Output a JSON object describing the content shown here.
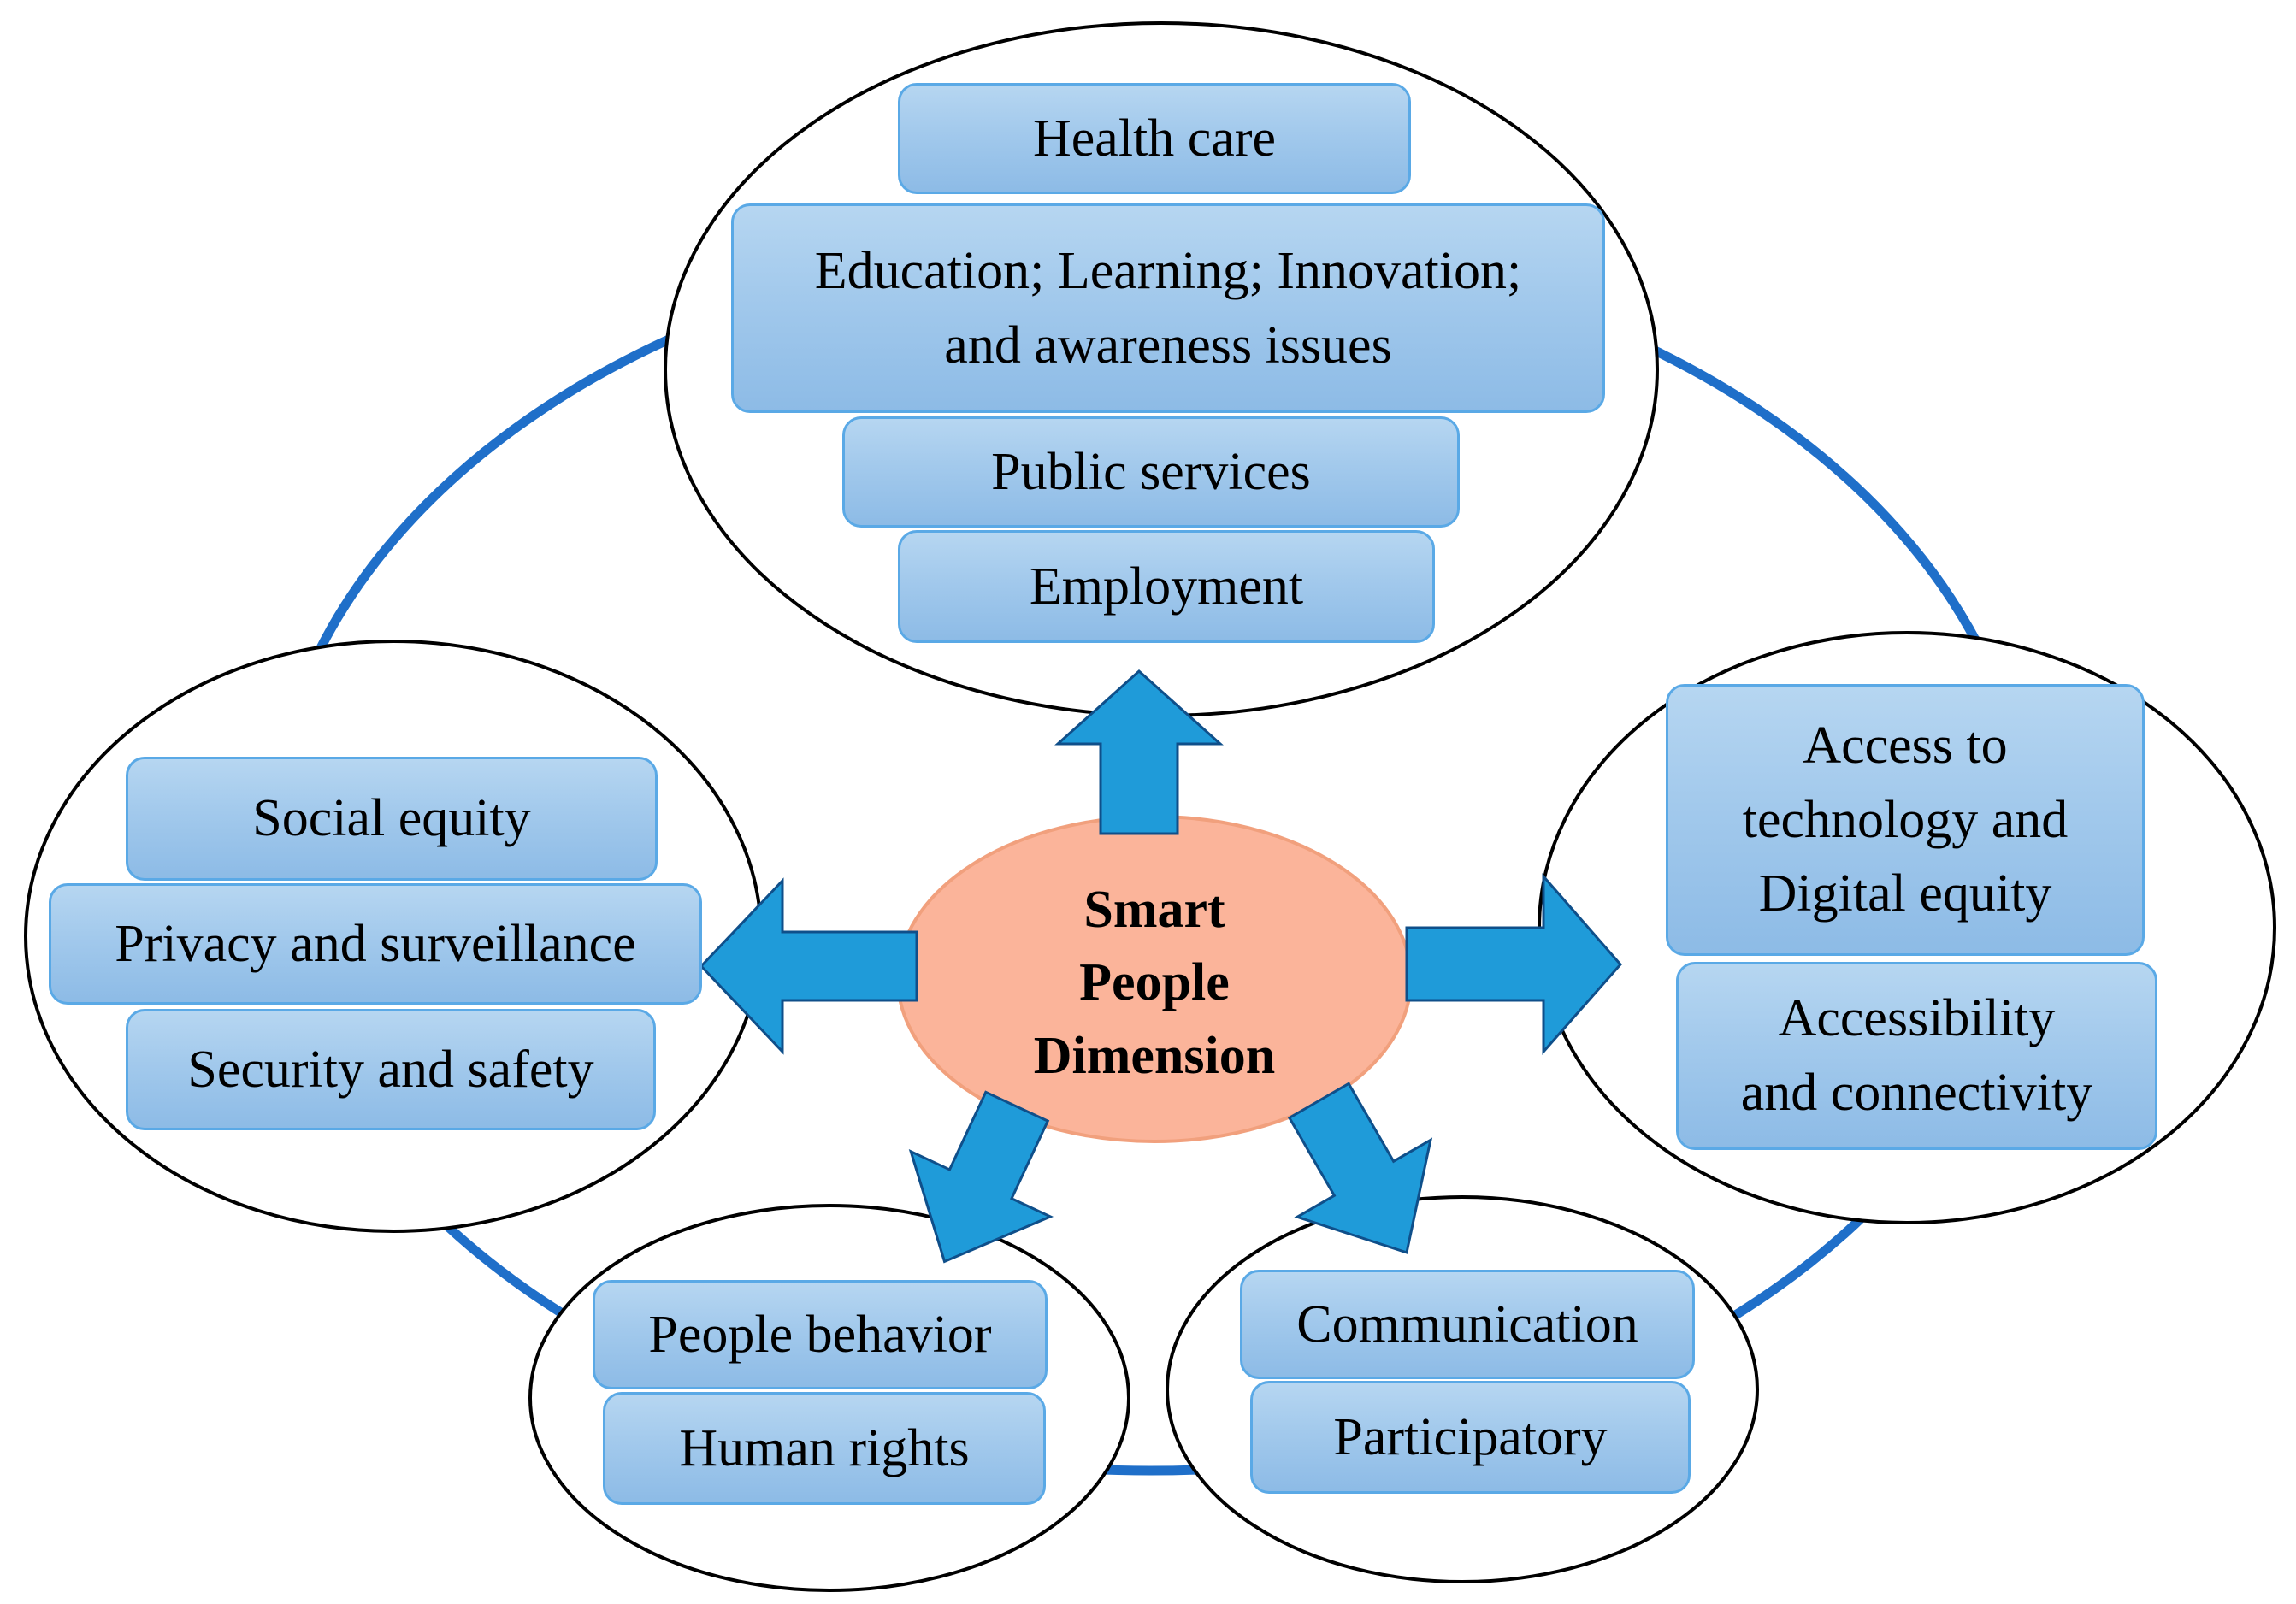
{
  "center": {
    "label": "Smart\nPeople\nDimension"
  },
  "clusters": {
    "top": {
      "items": [
        "Health care",
        "Education; Learning; Innovation;\nand awareness issues",
        "Public services",
        "Employment"
      ]
    },
    "left": {
      "items": [
        "Social equity",
        "Privacy and surveillance",
        "Security and safety"
      ]
    },
    "right": {
      "items": [
        "Access to\ntechnology and\nDigital equity",
        "Accessibility\nand connectivity"
      ]
    },
    "bottom_left": {
      "items": [
        "People behavior",
        "Human rights"
      ]
    },
    "bottom_right": {
      "items": [
        "Communication",
        "Participatory"
      ]
    }
  },
  "colors": {
    "ring": "#1f6fc9",
    "arrow": "#1f9bd9",
    "arrow_outline": "#0f4f8a",
    "center_fill": "#fbb49a",
    "center_stroke": "#f1a07d",
    "box_fill": "#a2c9ec",
    "box_border": "#5aa9e6",
    "ellipse_stroke": "#000000"
  }
}
